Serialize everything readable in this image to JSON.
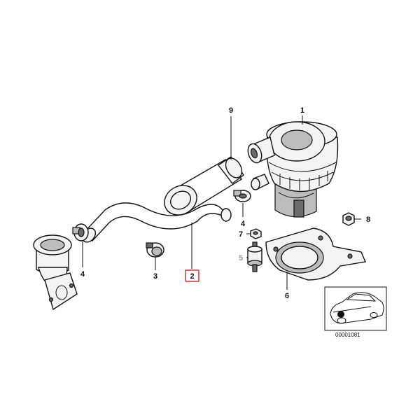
{
  "diagram": {
    "callouts": [
      {
        "id": "1",
        "label": "1"
      },
      {
        "id": "2",
        "label": "2",
        "highlighted": true
      },
      {
        "id": "3",
        "label": "3"
      },
      {
        "id": "4a",
        "label": "4"
      },
      {
        "id": "4b",
        "label": "4"
      },
      {
        "id": "5",
        "label": "5",
        "muted": true
      },
      {
        "id": "6",
        "label": "6"
      },
      {
        "id": "7",
        "label": "7"
      },
      {
        "id": "8",
        "label": "8"
      },
      {
        "id": "9",
        "label": "9"
      }
    ],
    "highlight_color": "#d32f2f",
    "muted_color": "#9a9a9a",
    "inset": {
      "code": "00001081",
      "icons": [
        "car-silhouette-icon",
        "location-marker-icon"
      ]
    }
  }
}
